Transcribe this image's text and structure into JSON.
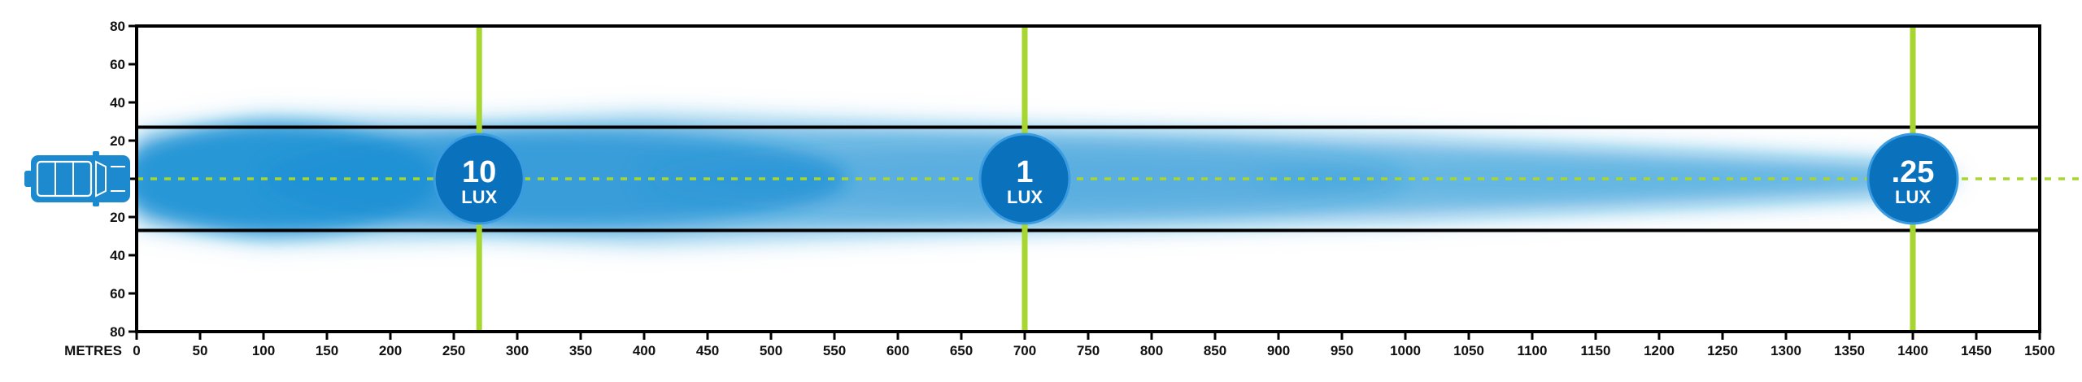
{
  "chart_data": {
    "type": "area",
    "title": "",
    "xlabel": "METRES",
    "ylabel": "",
    "xlim": [
      0,
      1500
    ],
    "ylim": [
      -80,
      80
    ],
    "x_ticks": [
      0,
      50,
      100,
      150,
      200,
      250,
      300,
      350,
      400,
      450,
      500,
      550,
      600,
      650,
      700,
      750,
      800,
      850,
      900,
      950,
      1000,
      1050,
      1100,
      1150,
      1200,
      1250,
      1300,
      1350,
      1400,
      1450,
      1500
    ],
    "y_ticks": [
      80,
      60,
      40,
      20,
      0,
      20,
      40,
      60,
      80
    ],
    "y_tick_values": [
      80,
      60,
      40,
      20,
      0,
      -20,
      -40,
      -60,
      -80
    ],
    "road_band": [
      -27,
      27
    ],
    "grid": false,
    "lux_markers": [
      {
        "distance": 270,
        "value": "10",
        "unit": "LUX"
      },
      {
        "distance": 700,
        "value": "1",
        "unit": "LUX"
      },
      {
        "distance": 1400,
        "value": ".25",
        "unit": "LUX"
      }
    ],
    "beam_profile": [
      {
        "x": 0,
        "width": 24
      },
      {
        "x": 100,
        "width": 33
      },
      {
        "x": 270,
        "width": 30
      },
      {
        "x": 400,
        "width": 34
      },
      {
        "x": 700,
        "width": 27
      },
      {
        "x": 1000,
        "width": 22
      },
      {
        "x": 1400,
        "width": 8
      }
    ],
    "colors": {
      "beam": "#1a8fd4",
      "marker_fill": "#0a72bd",
      "marker_line": "#a8d630",
      "axis": "#000000",
      "vehicle": "#1d8ad0"
    }
  }
}
